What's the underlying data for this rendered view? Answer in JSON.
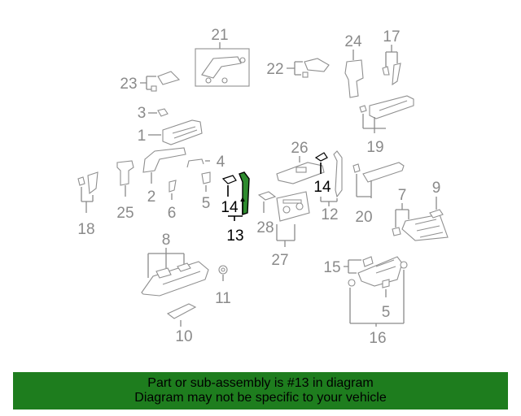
{
  "callouts": {
    "c1": "1",
    "c2": "2",
    "c3": "3",
    "c4": "4",
    "c5a": "5",
    "c5b": "5",
    "c6": "6",
    "c7": "7",
    "c8": "8",
    "c9": "9",
    "c10": "10",
    "c11": "11",
    "c12": "12",
    "c13": "13",
    "c14a": "14",
    "c14b": "14",
    "c15": "15",
    "c16": "16",
    "c17": "17",
    "c18": "18",
    "c19": "19",
    "c20": "20",
    "c21": "21",
    "c22": "22",
    "c23": "23",
    "c24": "24",
    "c25": "25",
    "c26": "26",
    "c27": "27",
    "c28": "28"
  },
  "highlighted_part": "13",
  "colors": {
    "highlight": "#2e8b2e",
    "banner": "#1e7d1e",
    "line": "#8a8a8a"
  },
  "banner": {
    "line1": "Part or sub-assembly is #13 in diagram",
    "line2": "Diagram may not be specific to your vehicle"
  }
}
